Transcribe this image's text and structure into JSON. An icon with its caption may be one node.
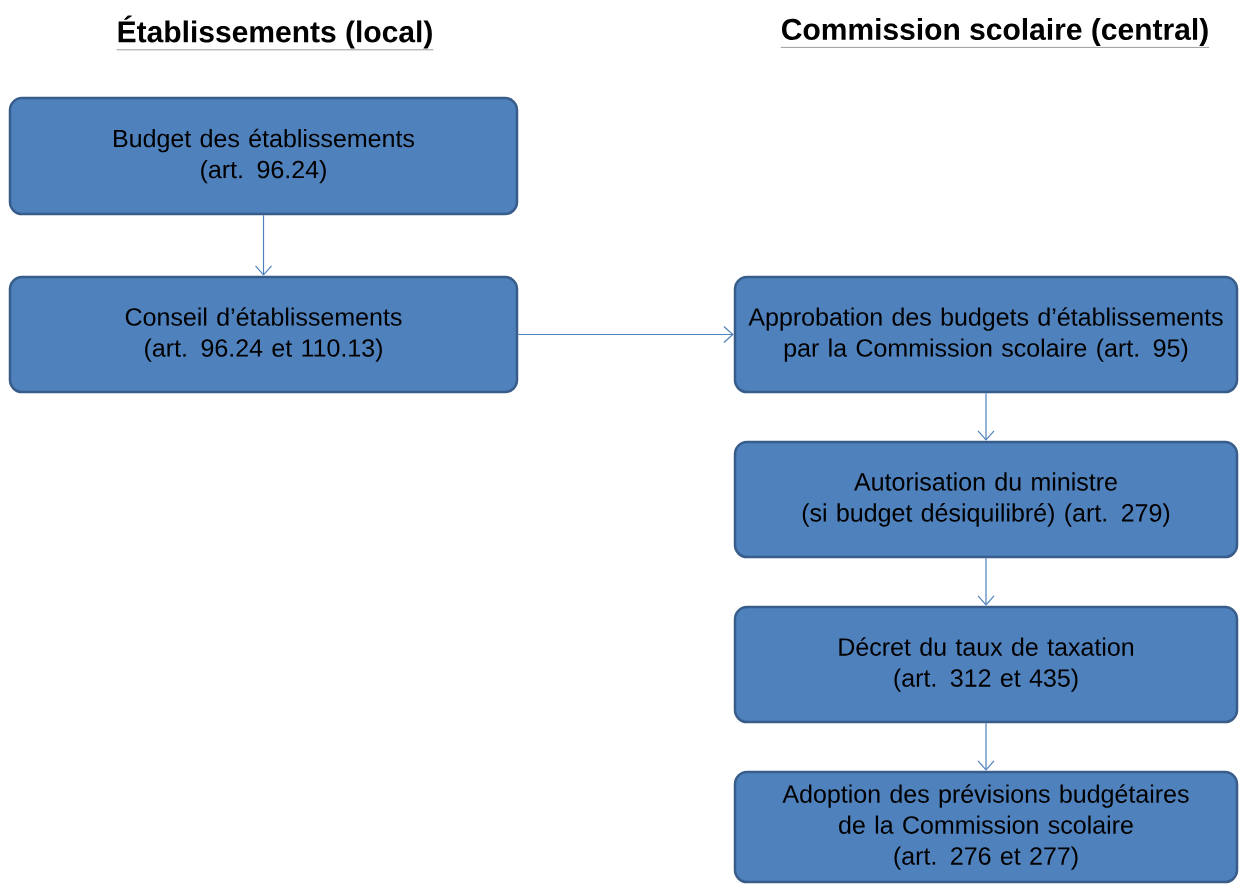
{
  "diagram": {
    "nodes": [
      {
        "text": [
          "Budget des établissements",
          "(art. 96.24)"
        ]
      },
      {
        "text": [
          "Conseil d’établissements",
          "(art. 96.24 et 110.13)"
        ]
      },
      {
        "text": [
          "Approbation des budgets d’établissements par la Commission scolaire (art. 95)"
        ]
      },
      {
        "text": [
          "Autorisation du ministre",
          "(si budget désiquilibré) (art. 279)"
        ]
      },
      {
        "text": [
          "Décret du taux de taxation",
          "(art. 312 et 435)"
        ]
      },
      {
        "text": [
          "Adoption des prévisions budgétaires de la Commission scolaire",
          "(art. 276 et 277)"
        ]
      }
    ],
    "edges": [
      {
        "from": 0,
        "to": 1,
        "arrow": "to"
      },
      {
        "from": 1,
        "to": 2,
        "arrow": "to"
      },
      {
        "from": 2,
        "to": 3,
        "arrow": "to"
      },
      {
        "from": 3,
        "to": 4,
        "arrow": "to"
      },
      {
        "from": 4,
        "to": 5,
        "arrow": "to"
      }
    ],
    "labels": [
      "Établissements (local)",
      "Commission scolaire (central)"
    ]
  }
}
